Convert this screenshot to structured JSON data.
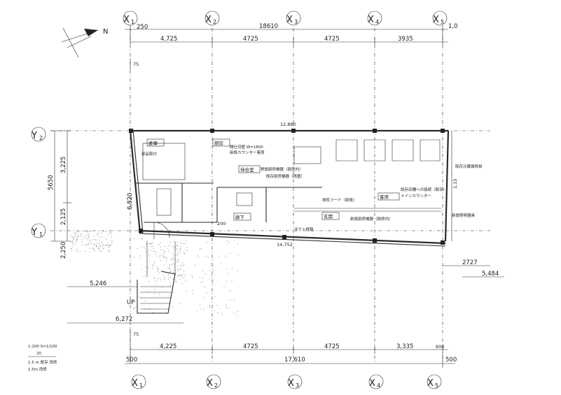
{
  "north_label": "N",
  "axes": {
    "x_top": [
      {
        "letter": "X",
        "sub": "1"
      },
      {
        "letter": "X",
        "sub": "2"
      },
      {
        "letter": "X",
        "sub": "3"
      },
      {
        "letter": "X",
        "sub": "4"
      },
      {
        "letter": "X",
        "sub": "5"
      }
    ],
    "x_bottom": [
      {
        "letter": "X",
        "sub": "1"
      },
      {
        "letter": "X",
        "sub": "2"
      },
      {
        "letter": "X",
        "sub": "3"
      },
      {
        "letter": "X",
        "sub": "4"
      },
      {
        "letter": "X",
        "sub": "5"
      }
    ],
    "y": [
      {
        "letter": "Y",
        "sub": "2"
      },
      {
        "letter": "Y",
        "sub": "1"
      }
    ]
  },
  "dims_top": {
    "overall": "18610",
    "left_offset": "250",
    "spans": [
      "4,725",
      "4725",
      "4725",
      "3935"
    ],
    "right_offset": "1,0",
    "small_75": "75"
  },
  "dims_bottom": {
    "overall": "17,610",
    "left_offset": "500",
    "right_offset": "500",
    "spans": [
      "4,225",
      "4725",
      "4725",
      "3,335"
    ],
    "small_75": "75",
    "small_600": "600"
  },
  "dims_left": {
    "total": "5650",
    "upper": "3,225",
    "lower": "2,125",
    "offset": "2,250",
    "side": "6,820",
    "stair_w": "5,246",
    "base_w": "6,272"
  },
  "dims_right": {
    "a": "2727",
    "b": "5,484",
    "c": "1,15"
  },
  "dims_inner": {
    "wall_top": "12,880",
    "wall_bottom": "14,752",
    "shelf": "200"
  },
  "labels": {
    "storage": "倉庫",
    "kitchen": "厨房",
    "counter": "客席",
    "hall": "廊下",
    "waiting": "待合室",
    "entrance": "玄関",
    "up": "UP",
    "note_new_seat": "新設カウンター客席",
    "note_relocate": "移設厨房機器（厨房内）",
    "note_existing": "既存厨房機器（残置）",
    "note_new_kitchen": "新設厨房機器（厨房内）",
    "note_hood": "排気フード（新設）",
    "note_duct": "ダクト経路",
    "note_wall": "間仕切壁 W=1800",
    "note_right1": "既存店舗への接続（既存）",
    "note_right2": "メインカウンター",
    "note_right3": "既存冷蔵庫移設",
    "note_right4": "新設照明器具",
    "note_parts": "部品取付",
    "legend_line1": "1:100 S=1/100",
    "legend_line2": "20",
    "legend_line3": "1.5 m 既存 改修",
    "legend_line4": "1.5m 改修"
  }
}
